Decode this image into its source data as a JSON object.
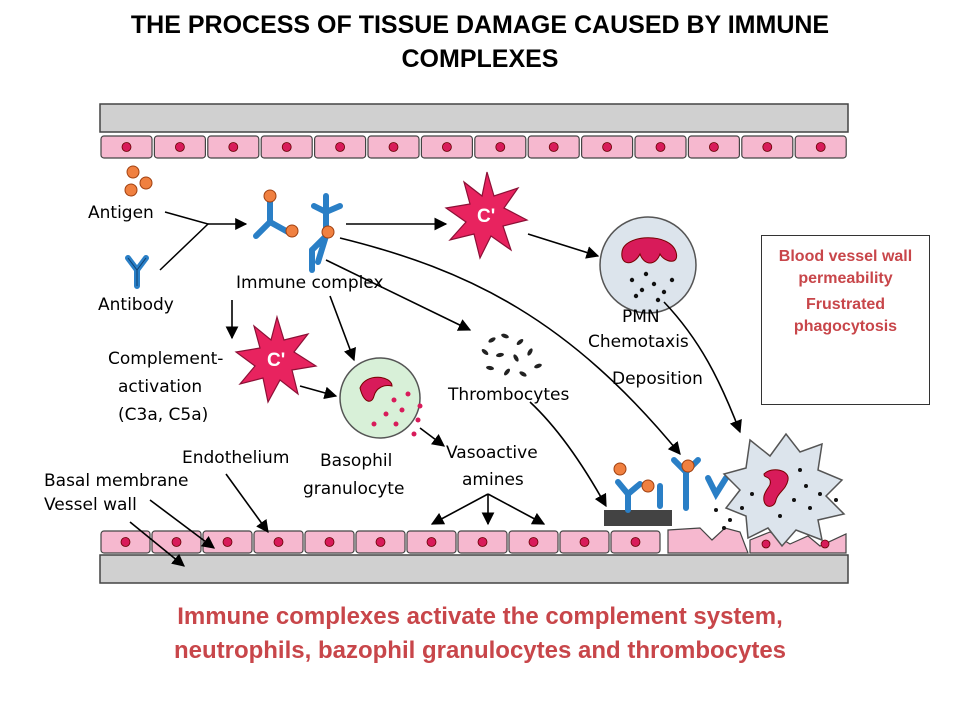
{
  "title": {
    "line1": "THE PROCESS OF TISSUE DAMAGE CAUSED BY IMMUNE",
    "line2": "COMPLEXES"
  },
  "labels": {
    "antigen": "Antigen",
    "antibody": "Antibody",
    "immune_complex": "Immune complex",
    "complement_c1": "C'",
    "complement_c2": "C'",
    "complement_activation_1": "Complement-",
    "complement_activation_2": "activation",
    "complement_activation_3": "(C3a, C5a)",
    "pmn": "PMN",
    "chemotaxis": "Chemotaxis",
    "deposition": "Deposition",
    "thrombocytes": "Thrombocytes",
    "basophil_1": "Basophil",
    "basophil_2": "granulocyte",
    "vasoactive_1": "Vasoactive",
    "vasoactive_2": "amines",
    "endothelium": "Endothelium",
    "basal_membrane": "Basal membrane",
    "vessel_wall": "Vessel wall"
  },
  "side_box": {
    "line1": "Blood vessel wall permeability",
    "line2": "Frustrated phagocytosis"
  },
  "caption": {
    "line1": "Immune complexes activate the complement system,",
    "line2": "neutrophils, bazophil granulocytes and thrombocytes"
  },
  "colors": {
    "cell_fill": "#f6b8cf",
    "nucleus": "#d81b5a",
    "antigen": "#f08040",
    "antibody": "#2a7fc6",
    "burst": "#e8235f",
    "accent_text": "#c8464a",
    "membrane": "#d0d0d0"
  }
}
